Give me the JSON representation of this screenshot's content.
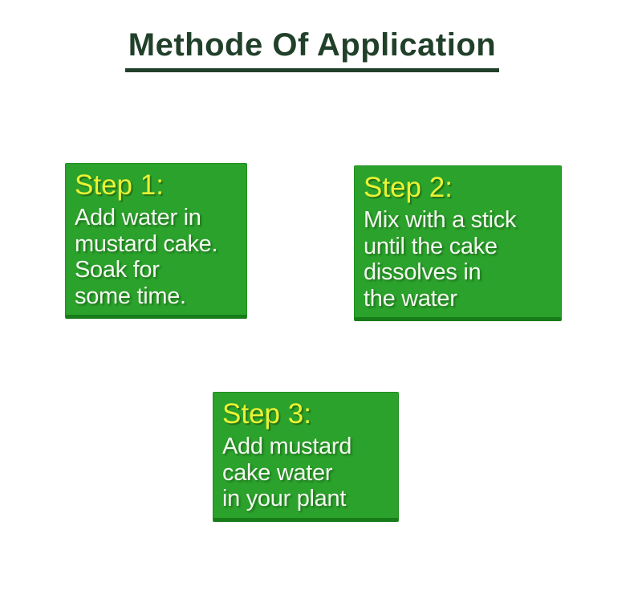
{
  "page": {
    "background_color": "#ffffff"
  },
  "title": {
    "text": "Methode Of Application",
    "color": "#21402a",
    "underlined": true
  },
  "colors": {
    "card_green": "#2aa22b",
    "card_edge_dark_green": "#177c19",
    "heading_yellow": "#e9f335",
    "body_white": "#f4f8f0",
    "title_dark_green": "#21402a"
  },
  "steps": [
    {
      "heading": "Step 1:",
      "lines": [
        "Add water in",
        "mustard cake.",
        "Soak for",
        "some time."
      ]
    },
    {
      "heading": "Step 2:",
      "lines": [
        "Mix with a stick",
        "until the cake",
        "dissolves in",
        "the water"
      ]
    },
    {
      "heading": "Step 3:",
      "lines": [
        "Add mustard",
        "cake water",
        "in your plant"
      ]
    }
  ]
}
